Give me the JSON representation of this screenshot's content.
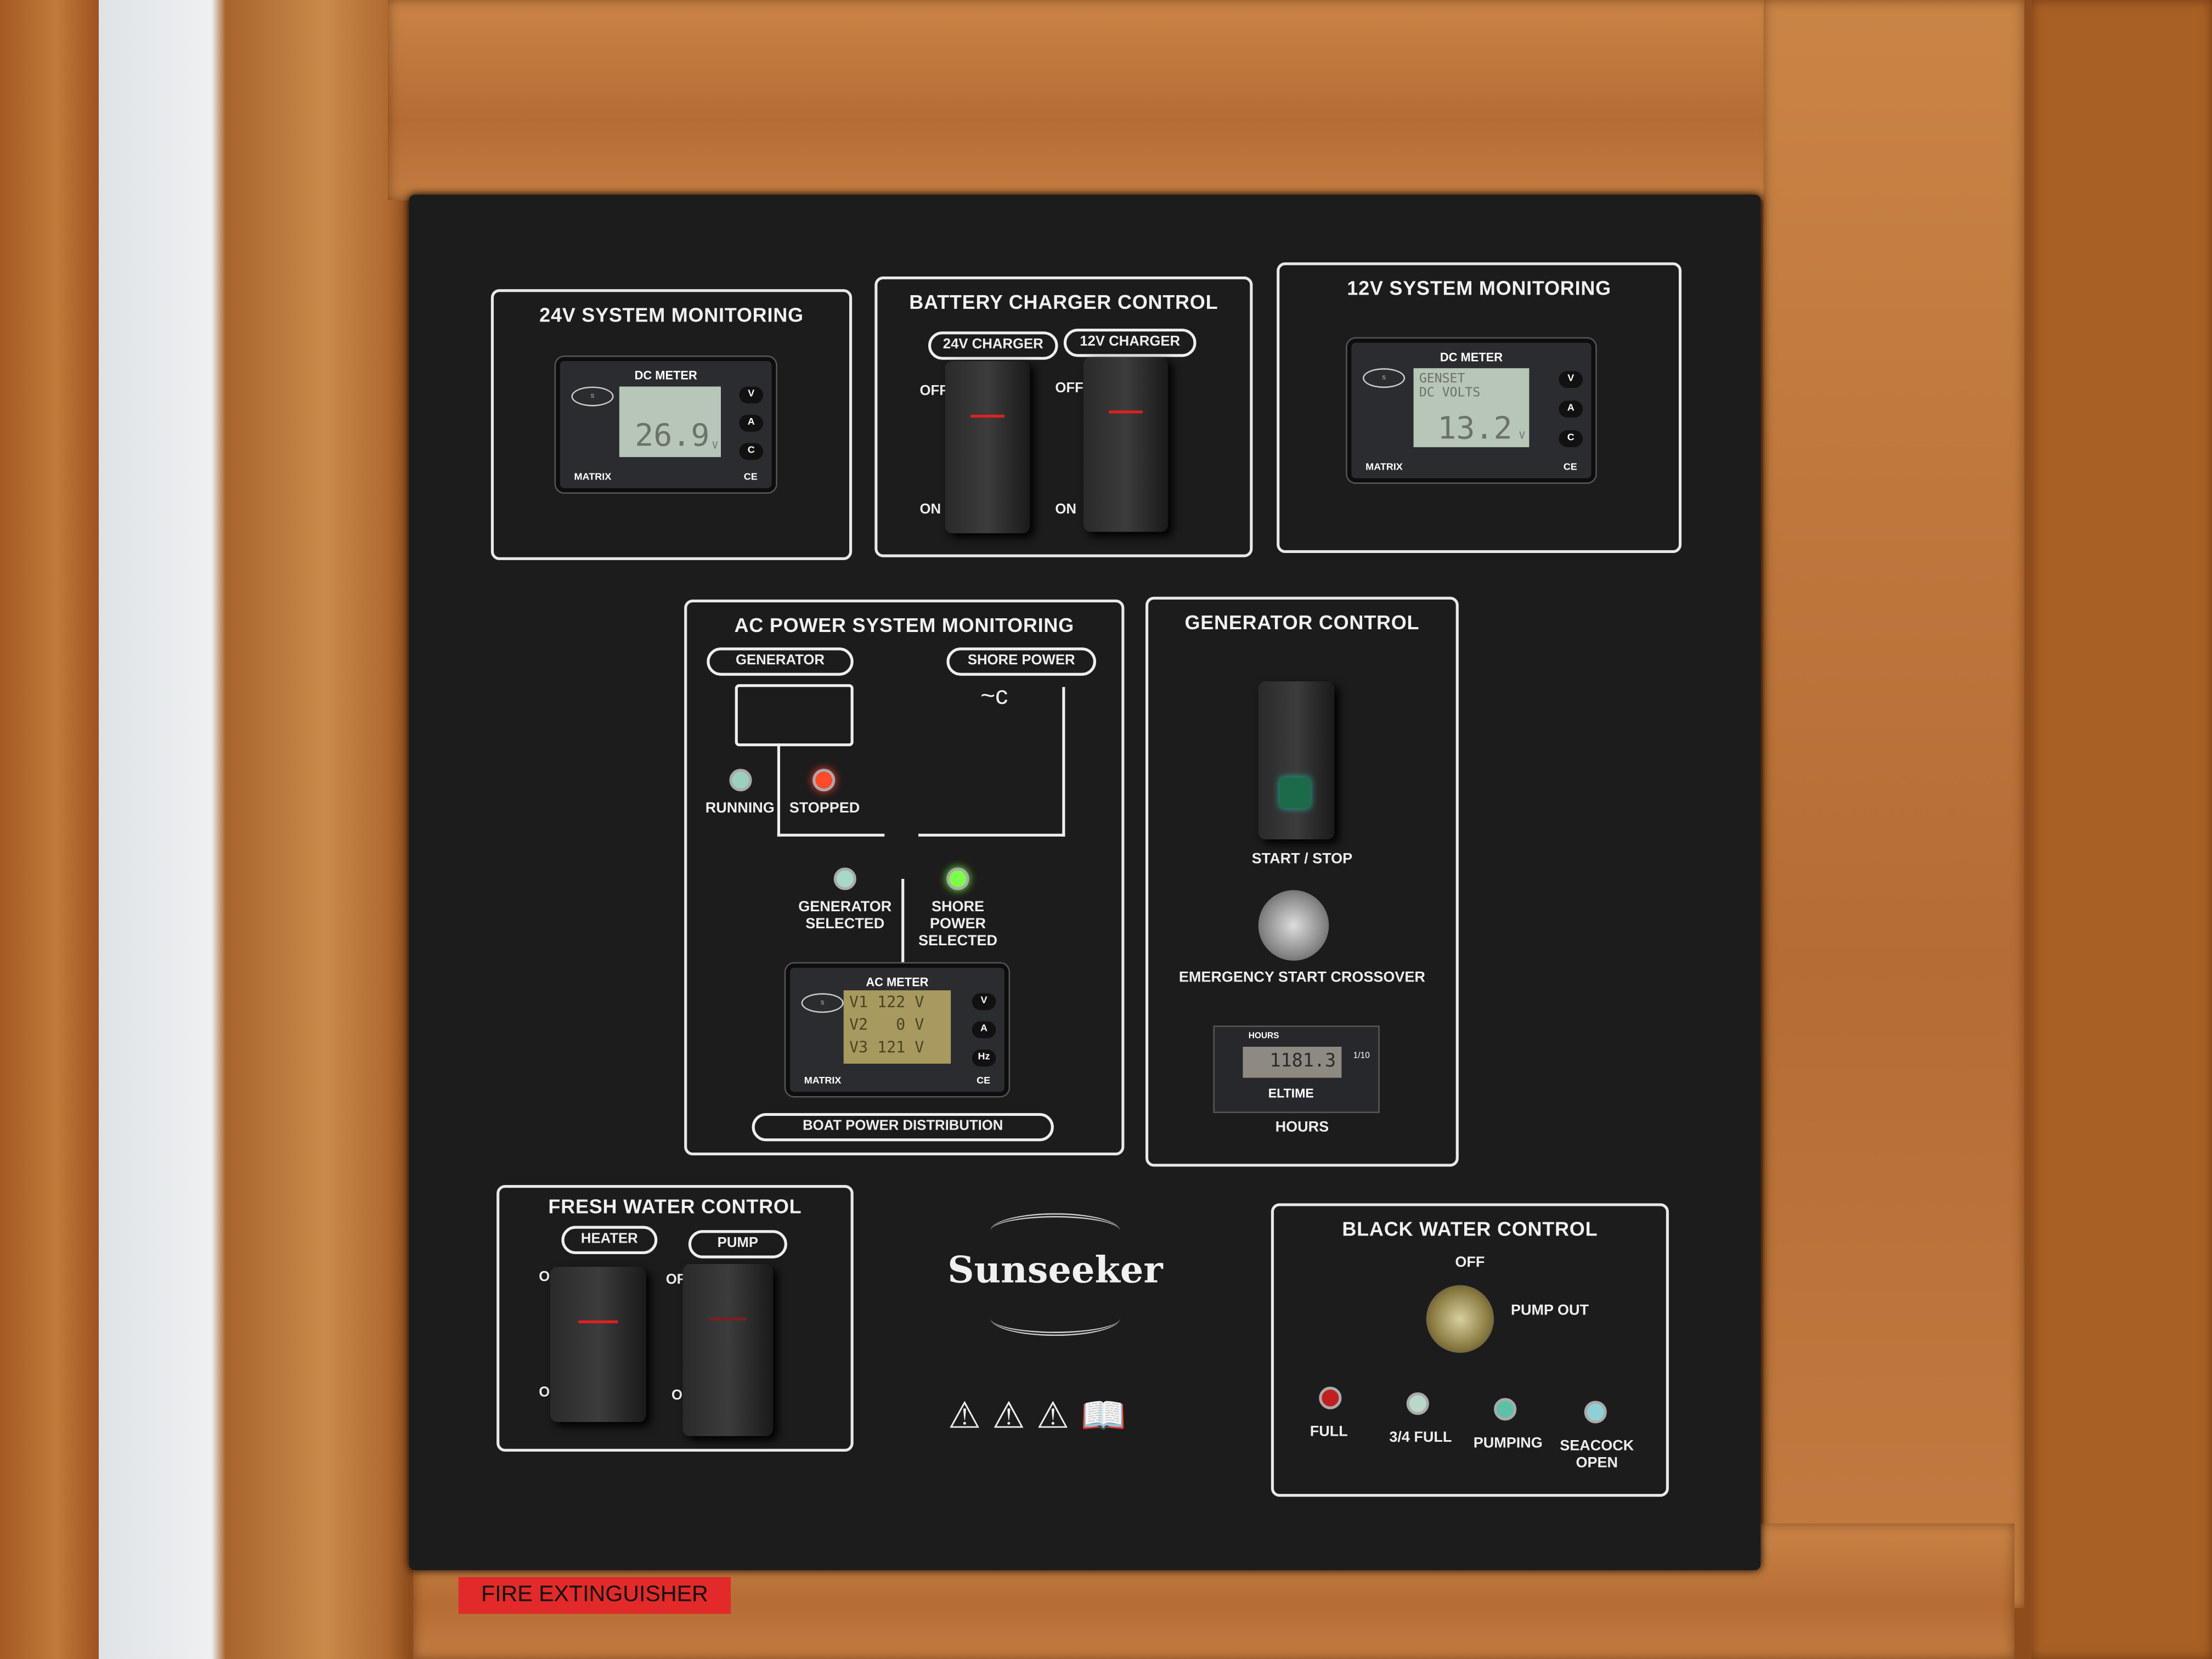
{
  "panels": {
    "dc24": {
      "title": "24V SYSTEM MONITORING",
      "meter_title": "DC METER",
      "reading": "26.9",
      "unit": "V",
      "buttons": [
        "V",
        "A",
        "C"
      ],
      "brand": "MATRIX",
      "ce": "CE"
    },
    "charger": {
      "title": "BATTERY CHARGER CONTROL",
      "switches": [
        {
          "label": "24V CHARGER",
          "off": "OFF",
          "on": "ON"
        },
        {
          "label": "12V CHARGER",
          "off": "OFF",
          "on": "ON"
        }
      ]
    },
    "dc12": {
      "title": "12V SYSTEM MONITORING",
      "meter_title": "DC METER",
      "line1": "GENSET",
      "line2": "DC VOLTS",
      "reading": "13.2",
      "unit": "V",
      "buttons": [
        "V",
        "A",
        "C"
      ],
      "brand": "MATRIX",
      "ce": "CE"
    },
    "ac": {
      "title": "AC POWER SYSTEM MONITORING",
      "generator": "GENERATOR",
      "shore": "SHORE POWER",
      "running": "RUNNING",
      "stopped": "STOPPED",
      "gen_selected": "GENERATOR SELECTED",
      "shore_selected": "SHORE POWER SELECTED",
      "meter_title": "AC METER",
      "rows": [
        {
          "name": "V1",
          "value": "122",
          "unit": "V"
        },
        {
          "name": "V2",
          "value": "0",
          "unit": "V"
        },
        {
          "name": "V3",
          "value": "121",
          "unit": "V"
        }
      ],
      "buttons": [
        "V",
        "A",
        "Hz"
      ],
      "brand": "MATRIX",
      "ce": "CE",
      "distribution": "BOAT POWER DISTRIBUTION",
      "colors": {
        "running": "#9ad0c0",
        "stopped": "#ff4a2a",
        "gen_selected": "#a8d8c8",
        "shore_selected": "#7cff4a"
      }
    },
    "generator": {
      "title": "GENERATOR CONTROL",
      "start_stop": "START / STOP",
      "emergency": "EMERGENCY START CROSSOVER",
      "hours_small": "HOURS",
      "hours_value": "1181.3",
      "tenth": "1/10",
      "hour_brand": "ELTIME",
      "hours_label": "HOURS"
    },
    "fresh": {
      "title": "FRESH WATER CONTROL",
      "switches": [
        {
          "label": "HEATER",
          "off": "OFF",
          "on": "ON"
        },
        {
          "label": "PUMP",
          "off": "OFF",
          "on": "ON"
        }
      ]
    },
    "black": {
      "title": "BLACK WATER CONTROL",
      "off": "OFF",
      "pump_out": "PUMP OUT",
      "indicators": [
        {
          "label": "FULL",
          "color": "#c02020"
        },
        {
          "label": "3/4 FULL",
          "color": "#b8d8c8"
        },
        {
          "label": "PUMPING",
          "color": "#5fc0a8"
        },
        {
          "label": "SEACOCK OPEN",
          "color": "#8fd0d8"
        }
      ]
    }
  },
  "brand": "Sunseeker",
  "warnings": [
    "fire-warning",
    "general-warning",
    "electrical-warning",
    "read-manual"
  ],
  "fire_label": "FIRE EXTINGUISHER"
}
